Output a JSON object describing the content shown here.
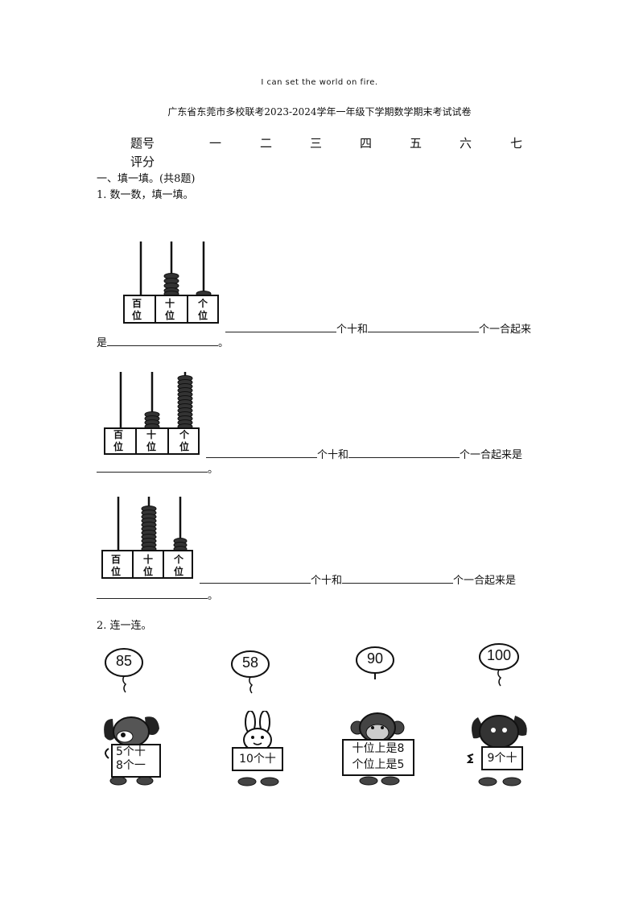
{
  "header": {
    "tagline": "I can set the world on fire.",
    "title": "广东省东莞市多校联考2023-2024学年一年级下学期数学期末考试试卷"
  },
  "score_table": {
    "row1_label": "题号",
    "columns": [
      "一",
      "二",
      "三",
      "四",
      "五",
      "六",
      "七"
    ],
    "row2_label": "评分"
  },
  "section1": {
    "heading": "一、填一填。(共8题)",
    "q1_text": "1. 数一数，填一填。",
    "abacus_labels": {
      "hundreds": [
        "百",
        "位"
      ],
      "tens": [
        "十",
        "位"
      ],
      "ones": [
        "个",
        "位"
      ]
    },
    "fill_a": "个十和",
    "fill_b": "个一合起来",
    "fill_b_full": "个一合起来是",
    "fill_c": "是",
    "period": "。",
    "q2_text": "2. 连一连。"
  },
  "balloons": [
    "85",
    "58",
    "90",
    "100"
  ],
  "signs": [
    [
      "5个十",
      "8个一"
    ],
    [
      "10个十"
    ],
    [
      "十位上是8",
      "个位上是5"
    ],
    [
      "9个十"
    ]
  ]
}
